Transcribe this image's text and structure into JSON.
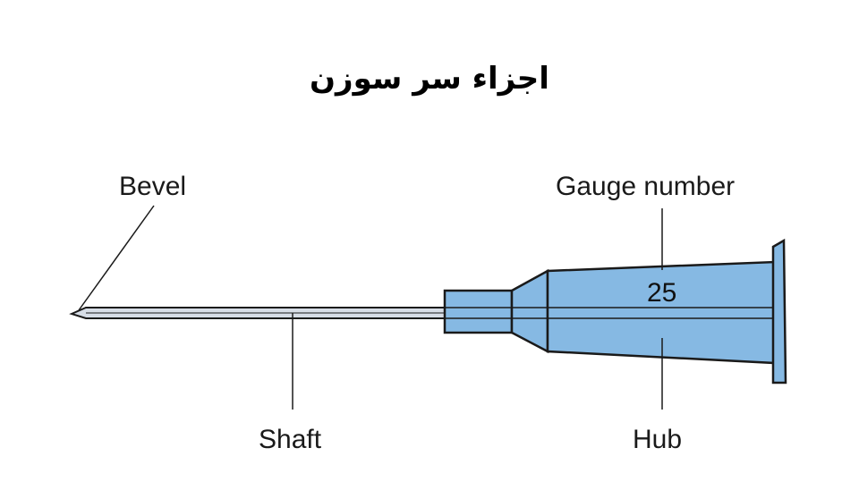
{
  "title": "اجزاء سر سوزن",
  "labels": {
    "bevel": "Bevel",
    "gauge_number": "Gauge number",
    "shaft": "Shaft",
    "hub": "Hub"
  },
  "gauge_value": "25",
  "colors": {
    "hub_fill": "#86b9e3",
    "shaft_fill": "#d7dde6",
    "outline": "#1a1a1a"
  }
}
